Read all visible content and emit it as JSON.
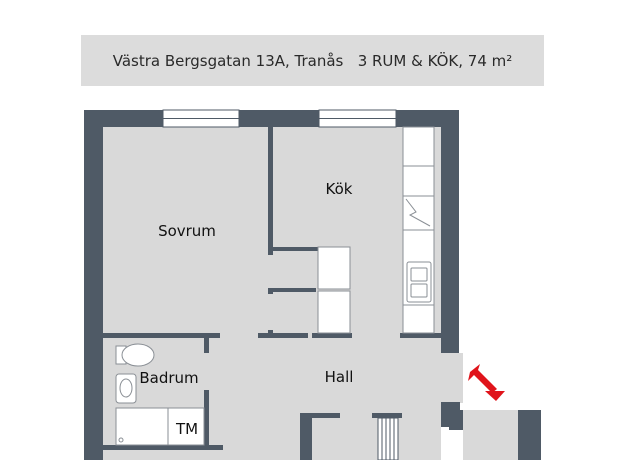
{
  "header": {
    "address": "Västra Bergsgatan 13A, Tranås",
    "summary": "3 RUM & KÖK, 74 m²"
  },
  "rooms": {
    "bedroom": "Sovrum",
    "kitchen": "Kök",
    "bathroom": "Badrum",
    "hall": "Hall",
    "laundry": "TM"
  },
  "colors": {
    "wall": "#4f5a66",
    "floor": "#d9d9d9",
    "header_bg": "#dcdcdc",
    "fixture": "#ffffff",
    "entrance_arrow": "#e0141b"
  },
  "icons": {
    "entrance": "entrance-arrow-icon"
  }
}
